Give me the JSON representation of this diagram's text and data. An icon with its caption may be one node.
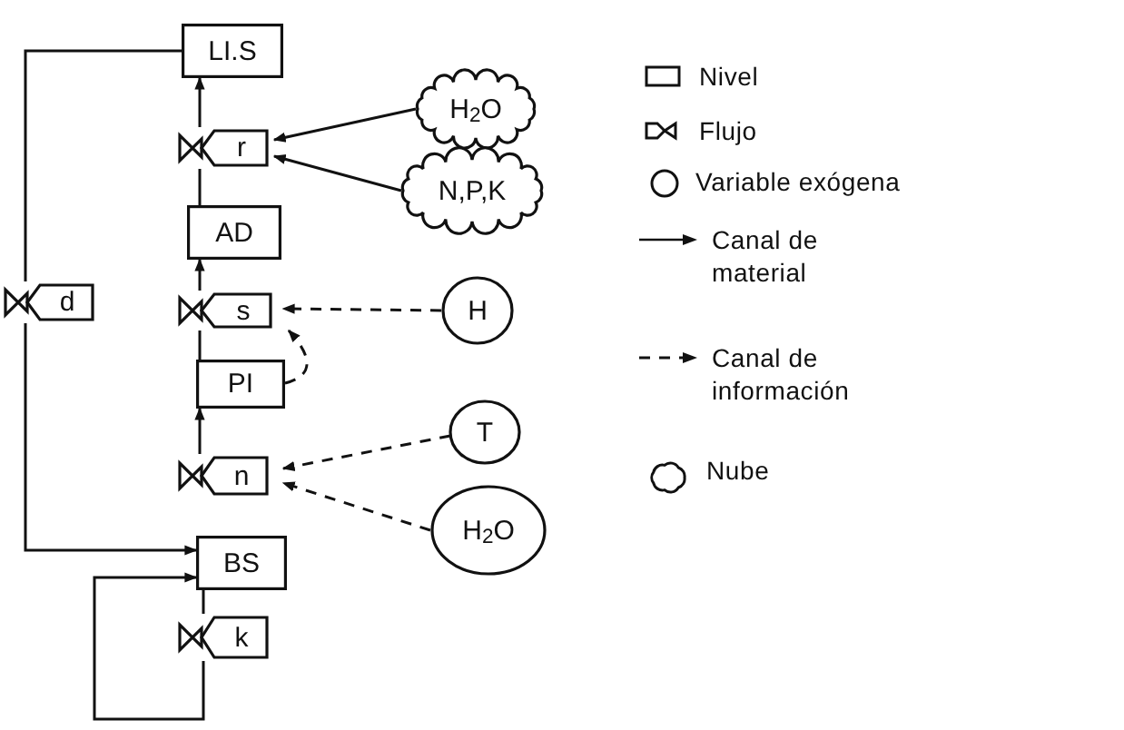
{
  "diagram": {
    "nodes": [
      {
        "text": [
          "LI.S"
        ]
      },
      {
        "text": [
          "r"
        ]
      },
      {
        "text": [
          "H$_{2}$O"
        ]
      },
      {
        "text": [
          "N,P,K"
        ]
      },
      {
        "text": [
          "AD"
        ]
      },
      {
        "text": [
          "d"
        ]
      },
      {
        "text": [
          "s"
        ]
      },
      {
        "text": [
          "H"
        ]
      },
      {
        "text": [
          "PI"
        ]
      },
      {
        "text": [
          "n"
        ]
      },
      {
        "text": [
          "T"
        ]
      },
      {
        "text": [
          "H$_{2}$O"
        ]
      },
      {
        "text": [
          "BS"
        ]
      },
      {
        "text": [
          "k"
        ]
      }
    ],
    "edges": [
      {
        "from": 1,
        "to": 0,
        "arrow": "to"
      },
      {
        "from": 4,
        "to": 1,
        "arrow": "none"
      },
      {
        "from": 6,
        "to": 4,
        "arrow": "to"
      },
      {
        "from": 8,
        "to": 6,
        "arrow": "none"
      },
      {
        "from": 9,
        "to": 8,
        "arrow": "to"
      },
      {
        "from": 0,
        "to": 5,
        "arrow": "none"
      },
      {
        "from": 5,
        "to": 12,
        "arrow": "to"
      },
      {
        "from": 12,
        "to": 13,
        "arrow": "none"
      },
      {
        "from": 13,
        "to": 12,
        "arrow": "to"
      },
      {
        "from": 2,
        "to": 1,
        "arrow": "to"
      },
      {
        "from": 3,
        "to": 1,
        "arrow": "to"
      },
      {
        "from": 7,
        "to": 6,
        "arrow": "to",
        "style": "dashed"
      },
      {
        "from": 8,
        "to": 6,
        "arrow": "to",
        "style": "dashed"
      },
      {
        "from": 10,
        "to": 9,
        "arrow": "to",
        "style": "dashed"
      },
      {
        "from": 11,
        "to": 9,
        "arrow": "to",
        "style": "dashed"
      }
    ],
    "legend": [
      {
        "text": "Nivel"
      },
      {
        "text": "Flujo"
      },
      {
        "text": "Variable exógena"
      },
      {
        "text": "Canal de material"
      },
      {
        "text": "Canal de información"
      },
      {
        "text": "Nube"
      }
    ]
  }
}
